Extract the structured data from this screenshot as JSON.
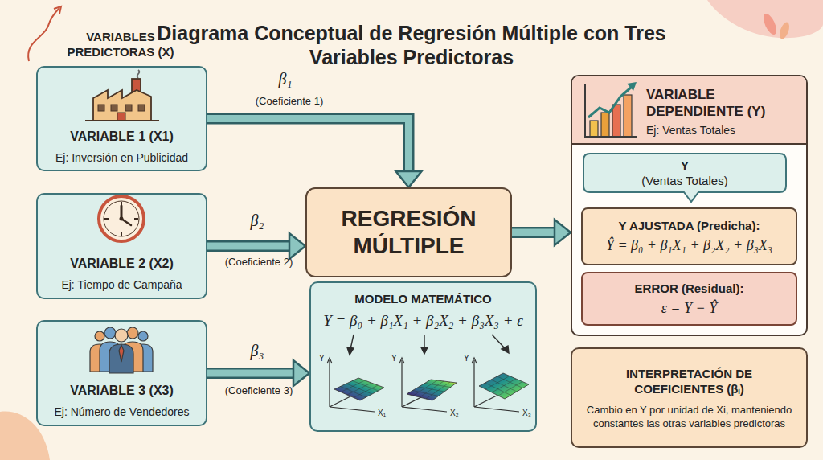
{
  "diagram": {
    "title": "Diagrama Conceptual de Regresión Múltiple con Tres Variables Predictoras",
    "nodes": [
      {
        "text": [
          "VARIABLE 1 (X1)",
          "Ej: Inversión en Publicidad"
        ]
      },
      {
        "text": [
          "VARIABLE 2 (X2)",
          "Ej: Tiempo de Campaña"
        ]
      },
      {
        "text": [
          "VARIABLE 3 (X3)",
          "Ej: Número de Vendedores"
        ]
      },
      {
        "text": [
          "REGRESIÓN MÚLTIPLE"
        ]
      },
      {
        "text": [
          "MODELO MATEMÁTICO",
          "Y = β₀ + β₁X₁ + β₂X₂ + β₃X₃ + ε"
        ]
      },
      {
        "text": [
          "VARIABLE DEPENDIENTE (Y)",
          "Ej: Ventas Totales"
        ]
      },
      {
        "text": [
          "Y",
          "(Ventas Totales)"
        ],
        "in": 5
      },
      {
        "text": [
          "Y AJUSTADA (Predicha):",
          "Ŷ = β₀ + β₁X₁ + β₂X₂ + β₃X₃"
        ],
        "in": 5
      },
      {
        "text": [
          "ERROR (Residual):",
          "ε = Y − Ŷ"
        ],
        "in": 5
      },
      {
        "text": [
          "INTERPRETACIÓN DE COEFICIENTES (βᵢ)",
          "Cambio en Y por unidad de Xi, manteniendo constantes las otras variables predictoras"
        ]
      }
    ],
    "edges": [
      {
        "from": 0,
        "to": 3,
        "arrow": "to",
        "label": "β₁"
      },
      {
        "from": 1,
        "to": 3,
        "arrow": "to",
        "label": "β₂"
      },
      {
        "from": 2,
        "to": 4,
        "arrow": "to",
        "label": "β₃"
      },
      {
        "from": 3,
        "to": 5,
        "arrow": "to"
      }
    ],
    "labels": [
      "VARIABLES PREDICTORAS (X)",
      "(Coeficiente 1)",
      "(Coeficiente 2)",
      "(Coeficiente 3)",
      "Y",
      "X₁",
      "Y",
      "X₂",
      "Y",
      "X₃"
    ]
  }
}
